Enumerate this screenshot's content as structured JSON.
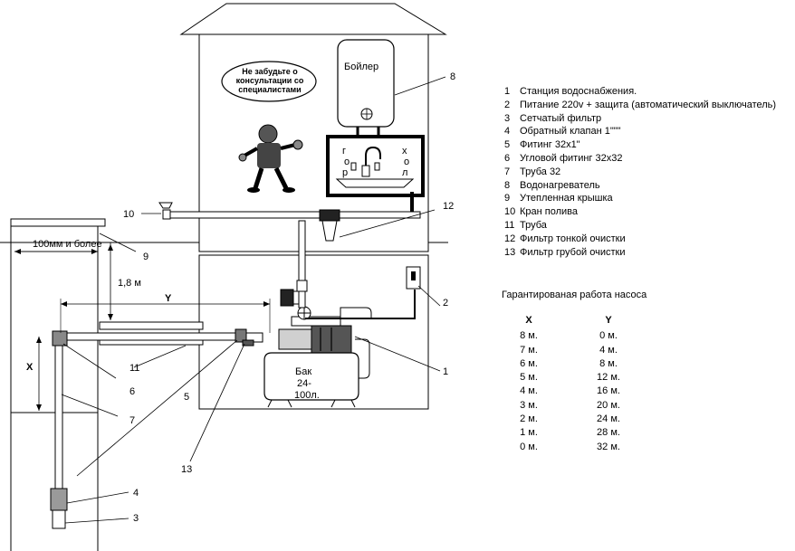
{
  "house": {
    "boiler_label": "Бойлер",
    "note": "Не забудьте о консультации со специалистами",
    "tap_hot": "г о р",
    "tap_cold": "х о л"
  },
  "tank": {
    "label_line1": "Бак",
    "label_line2": "24-",
    "label_line3": "100л."
  },
  "dimensions": {
    "well_distance": "100мм и более",
    "depth": "1,8 м",
    "x": "X",
    "y": "Y"
  },
  "callouts": [
    "1",
    "2",
    "3",
    "4",
    "5",
    "6",
    "7",
    "8",
    "9",
    "10",
    "11",
    "12",
    "13"
  ],
  "legend": [
    {
      "n": "1",
      "text": "Станция водоснабжения."
    },
    {
      "n": "2",
      "text": "Питание 220v + защита (автоматический выключатель)"
    },
    {
      "n": "3",
      "text": "Сетчатый фильтр"
    },
    {
      "n": "4",
      "text": "Обратный клапан 1\"\"\""
    },
    {
      "n": "5",
      "text": "Фитинг 32х1\""
    },
    {
      "n": "6",
      "text": "Угловой фитинг 32х32"
    },
    {
      "n": "7",
      "text": "Труба 32"
    },
    {
      "n": "8",
      "text": "Водонагреватель"
    },
    {
      "n": "9",
      "text": "Утепленная крышка"
    },
    {
      "n": "10",
      "text": "Кран полива"
    },
    {
      "n": "11",
      "text": "Труба"
    },
    {
      "n": "12",
      "text": "Фильтр тонкой очистки"
    },
    {
      "n": "13",
      "text": "Фильтр грубой очистки"
    }
  ],
  "performance": {
    "title": "Гарантированая работа насоса",
    "x_header": "X",
    "y_header": "Y",
    "x_values": [
      "8 м.",
      "7 м.",
      "6 м.",
      "5 м.",
      "4 м.",
      "3 м.",
      "2 м.",
      "1 м.",
      "0 м."
    ],
    "y_values": [
      "0 м.",
      "4 м.",
      "8 м.",
      "12 м.",
      "16 м.",
      "20 м.",
      "24 м.",
      "28 м.",
      "32 м."
    ]
  },
  "icons": [
    "worker-figure-icon",
    "faucet-icon",
    "switch-icon"
  ]
}
